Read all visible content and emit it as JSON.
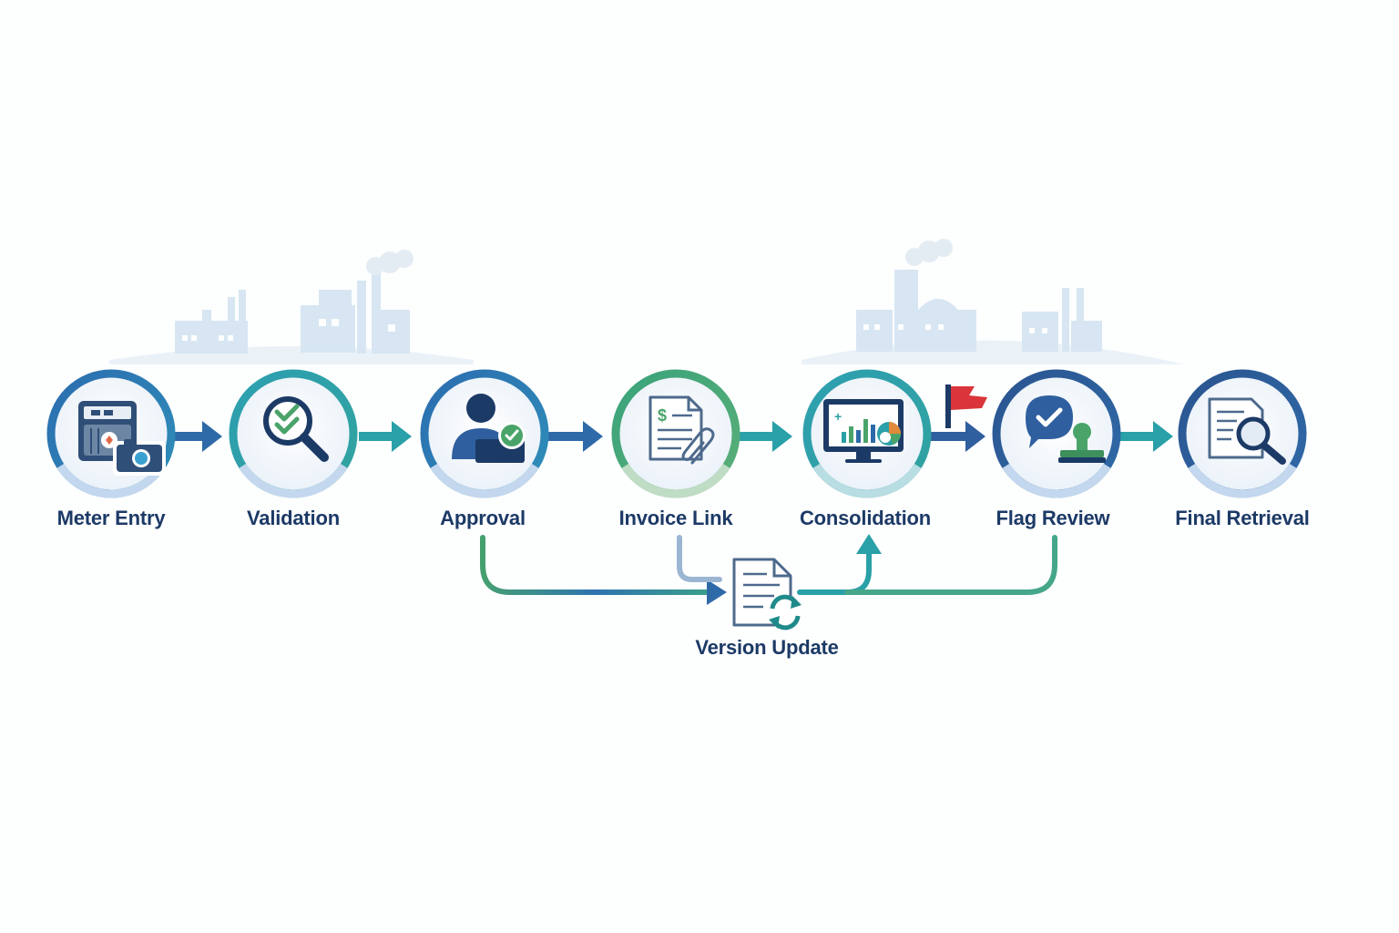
{
  "steps": [
    {
      "id": "meter-entry",
      "label": "Meter Entry",
      "icon": "meter-camera-icon"
    },
    {
      "id": "validation",
      "label": "Validation",
      "icon": "magnifier-check-icon"
    },
    {
      "id": "approval",
      "label": "Approval",
      "icon": "user-approve-icon"
    },
    {
      "id": "invoice-link",
      "label": "Invoice Link",
      "icon": "invoice-paperclip-icon"
    },
    {
      "id": "consolidation",
      "label": "Consolidation",
      "icon": "dashboard-monitor-icon"
    },
    {
      "id": "flag-review",
      "label": "Flag Review",
      "icon": "chat-stamp-icon"
    },
    {
      "id": "final-retrieval",
      "label": "Final Retrieval",
      "icon": "document-search-icon"
    }
  ],
  "branch": {
    "label": "Version Update",
    "icon": "document-sync-icon"
  },
  "colors": {
    "navy": "#1c3a66",
    "blue": "#2f6aa8",
    "teal": "#2aa0a8",
    "green": "#4aa46a",
    "red": "#d9353a",
    "skyline": "#d3e4f1"
  }
}
